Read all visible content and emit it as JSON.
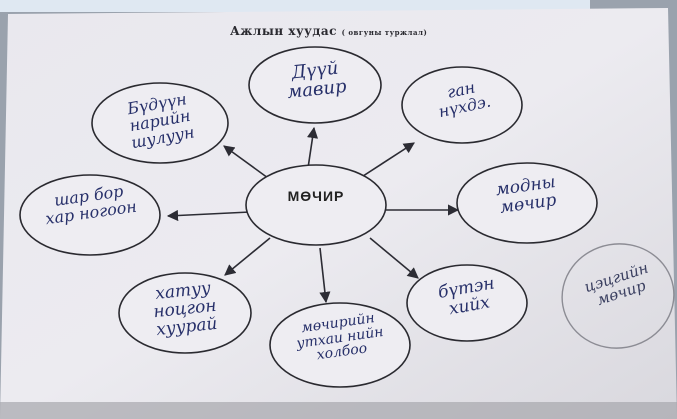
{
  "worksheet": {
    "title": "Ажлын хуудас",
    "subtitle": "( овгуны туржлал)"
  },
  "center": {
    "label": "МӨЧИР"
  },
  "bubbles": [
    {
      "text": "Дүүй мавир"
    },
    {
      "text": "ган нүхдэ."
    },
    {
      "text": "модны мөчир"
    },
    {
      "text": "цэцгийн мөчир"
    },
    {
      "text": "бүтэн хийх"
    },
    {
      "text": "мөчирийн утхаи нийн холбоо"
    },
    {
      "text": "хатуу ноцгон хуурай"
    },
    {
      "text": "шар бор хар ногоон"
    },
    {
      "text": "Бүдүүн нарийн шулуун"
    }
  ]
}
